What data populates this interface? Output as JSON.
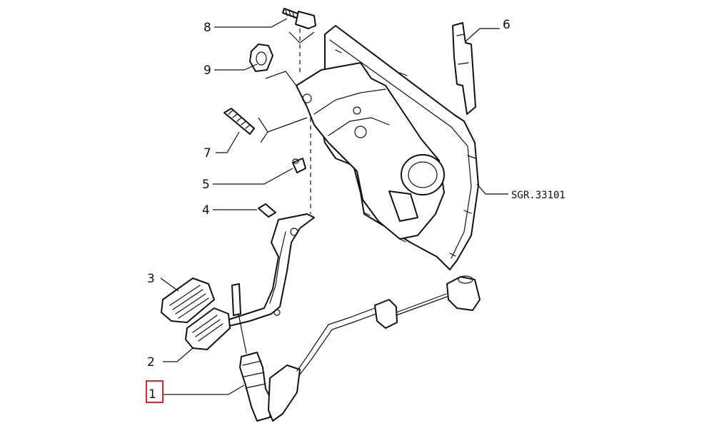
{
  "diagram": {
    "reference_code": "SGR.33101",
    "highlighted_callout": "1",
    "highlight_color": "#d9262c",
    "callouts": [
      {
        "id": "1",
        "label": "1"
      },
      {
        "id": "2",
        "label": "2"
      },
      {
        "id": "3",
        "label": "3"
      },
      {
        "id": "4",
        "label": "4"
      },
      {
        "id": "5",
        "label": "5"
      },
      {
        "id": "6",
        "label": "6"
      },
      {
        "id": "7",
        "label": "7"
      },
      {
        "id": "8",
        "label": "8"
      },
      {
        "id": "9",
        "label": "9"
      }
    ]
  }
}
